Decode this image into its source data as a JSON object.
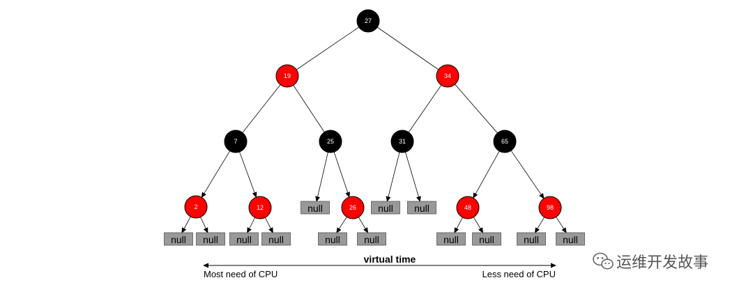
{
  "tree": {
    "nodes": [
      {
        "id": "n27",
        "label": "27",
        "color": "#000000"
      },
      {
        "id": "n19",
        "label": "19",
        "color": "#ff0000"
      },
      {
        "id": "n34",
        "label": "34",
        "color": "#ff0000"
      },
      {
        "id": "n7",
        "label": "7",
        "color": "#000000"
      },
      {
        "id": "n25",
        "label": "25",
        "color": "#000000"
      },
      {
        "id": "n31",
        "label": "31",
        "color": "#000000"
      },
      {
        "id": "n65",
        "label": "65",
        "color": "#000000"
      },
      {
        "id": "n2",
        "label": "2",
        "color": "#ff0000"
      },
      {
        "id": "n12",
        "label": "12",
        "color": "#ff0000"
      },
      {
        "id": "n26",
        "label": "26",
        "color": "#ff0000"
      },
      {
        "id": "n48",
        "label": "48",
        "color": "#ff0000"
      },
      {
        "id": "n98",
        "label": "98",
        "color": "#ff0000"
      }
    ],
    "null_label": "null",
    "null_color": "#999999",
    "edges": [
      [
        "n27",
        "n19"
      ],
      [
        "n27",
        "n34"
      ],
      [
        "n19",
        "n7"
      ],
      [
        "n19",
        "n25"
      ],
      [
        "n34",
        "n31"
      ],
      [
        "n34",
        "n65"
      ],
      [
        "n7",
        "n2"
      ],
      [
        "n7",
        "n12"
      ],
      [
        "n25",
        "null25L"
      ],
      [
        "n25",
        "n26"
      ],
      [
        "n31",
        "null31L"
      ],
      [
        "n31",
        "null31R"
      ],
      [
        "n65",
        "n48"
      ],
      [
        "n65",
        "n98"
      ],
      [
        "n2",
        "null2L"
      ],
      [
        "n2",
        "null2R"
      ],
      [
        "n12",
        "null12L"
      ],
      [
        "n12",
        "null12R"
      ],
      [
        "n26",
        "null26L"
      ],
      [
        "n26",
        "null26R"
      ],
      [
        "n48",
        "null48L"
      ],
      [
        "n48",
        "null48R"
      ],
      [
        "n98",
        "null98L"
      ],
      [
        "n98",
        "null98R"
      ]
    ]
  },
  "axis": {
    "title": "virtual time",
    "left_label": "Most need of CPU",
    "right_label": "Less need of CPU"
  },
  "watermark": {
    "text": "运维开发故事",
    "icon": "wechat-icon"
  }
}
